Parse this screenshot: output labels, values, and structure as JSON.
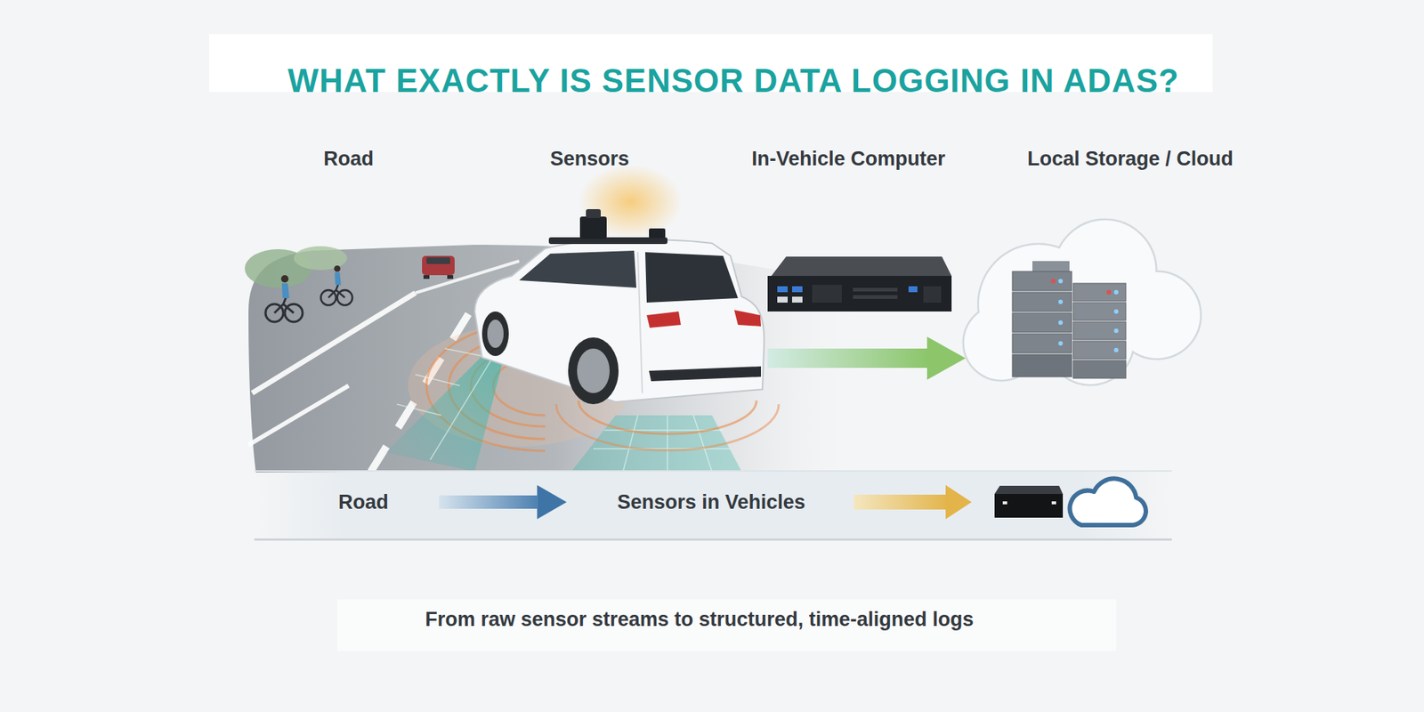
{
  "diagram": {
    "title": "WHAT EXACTLY IS SENSOR DATA LOGGING IN ADAS?",
    "caption": "From raw sensor streams to structured, time-aligned logs",
    "nodes": [
      {
        "text": [
          "Road"
        ]
      },
      {
        "text": [
          "Sensors in Vehicles"
        ]
      }
    ],
    "edges": [
      {
        "from": 0,
        "to": 1,
        "arrow": "to"
      }
    ],
    "labels": [
      "Road",
      "Sensors",
      "In-Vehicle Computer",
      "Local Storage / Cloud"
    ]
  }
}
